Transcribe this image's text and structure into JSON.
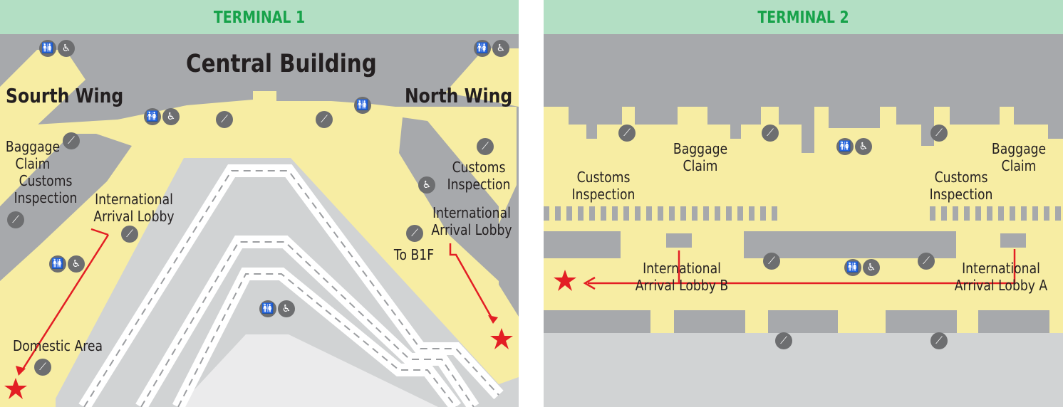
{
  "terminal1": {
    "title": "TERMINAL 1",
    "central_building": "Central Building",
    "south_wing": "Sourth Wing",
    "north_wing": "North Wing",
    "baggage_claim": "Baggage\nClaim",
    "customs_left": "Customs\nInspection",
    "customs_right": "Customs\nInspection",
    "arrival_left": "International\nArrival Lobby",
    "arrival_right": "International\nArrival Lobby",
    "to_b1f": "To B1F",
    "domestic_area": "Domestic Area"
  },
  "terminal2": {
    "title": "TERMINAL 2",
    "baggage_left": "Baggage\nClaim",
    "baggage_right": "Baggage\nClaim",
    "customs_left": "Customs\nInspection",
    "customs_right": "Customs\nInspection",
    "lobby_b": "International\nArrival Lobby B",
    "lobby_a": "International\nArrival Lobby A"
  },
  "icons": {
    "restroom": "🚻",
    "accessible": "♿",
    "escalator": "⟋"
  },
  "colors": {
    "header_band": "#b3dfc4",
    "header_text": "#17a24a",
    "floor": "#f7eda3",
    "building": "#a7a9ac",
    "apron": "#d1d3d4",
    "route": "#e31e24"
  }
}
